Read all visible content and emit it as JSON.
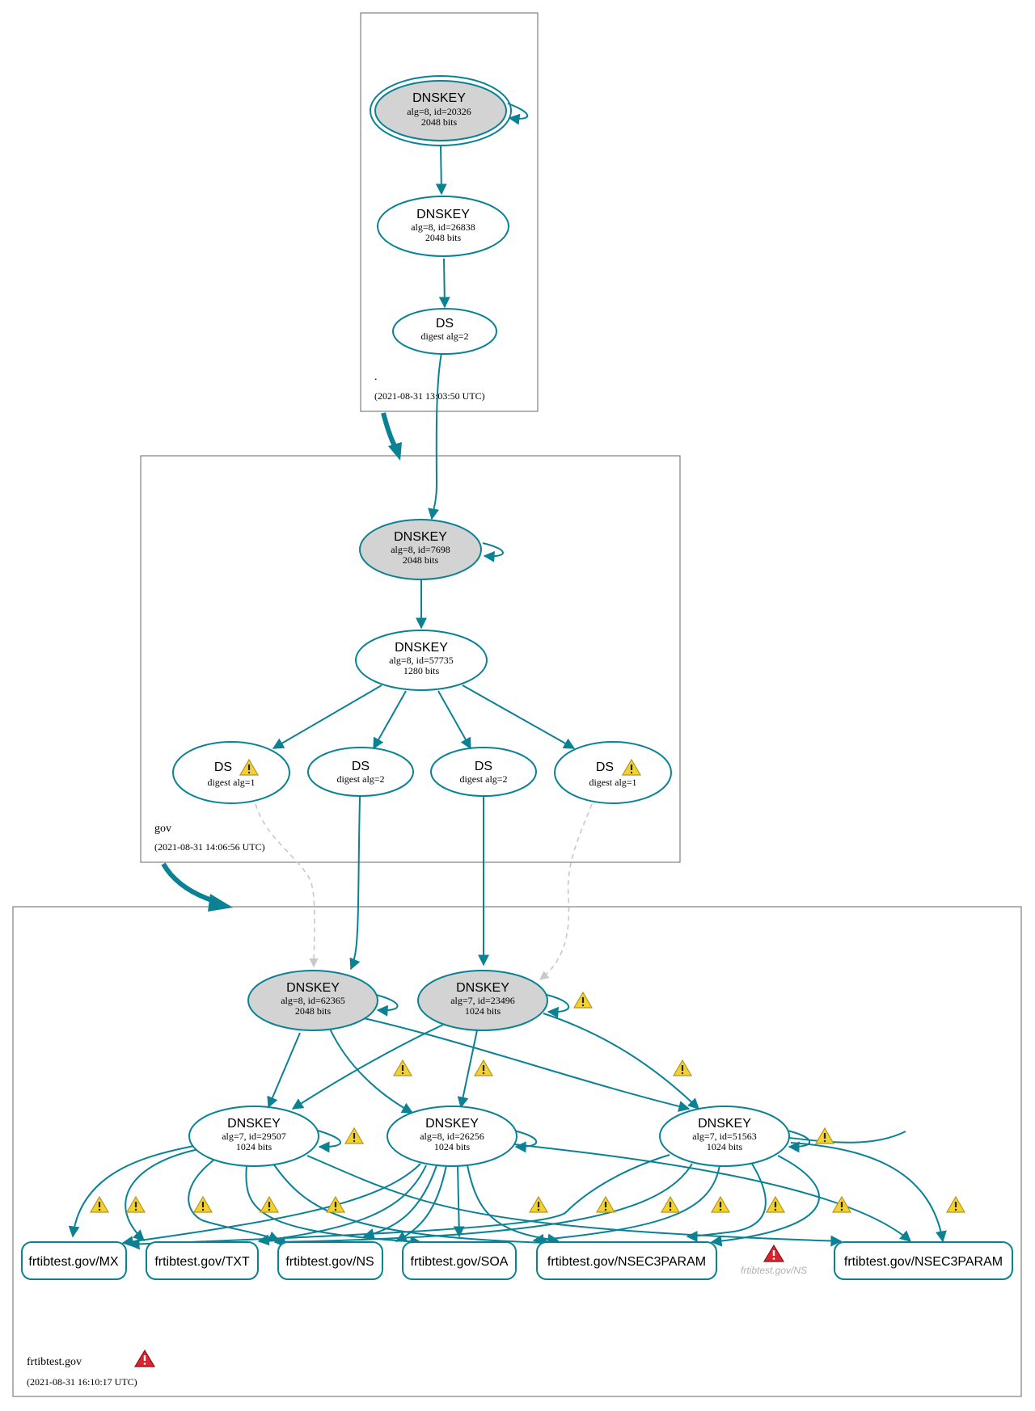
{
  "colors": {
    "edge": "#0a8294",
    "gray_fill": "#d3d3d3",
    "dashed": "#c8c8c8",
    "zone_border": "#666666",
    "warn": "#e8c21c",
    "error": "#c8202a"
  },
  "zones": {
    "root": {
      "name": ".",
      "timestamp": "(2021-08-31 13:03:50 UTC)"
    },
    "gov": {
      "name": "gov",
      "timestamp": "(2021-08-31 14:06:56 UTC)"
    },
    "frtibtest": {
      "name": "frtibtest.gov",
      "timestamp": "(2021-08-31 16:10:17 UTC)"
    }
  },
  "nodes": {
    "root_ksk": {
      "title": "DNSKEY",
      "line1": "alg=8, id=20326",
      "line2": "2048 bits"
    },
    "root_zsk": {
      "title": "DNSKEY",
      "line1": "alg=8, id=26838",
      "line2": "2048 bits"
    },
    "root_ds": {
      "title": "DS",
      "line1": "digest alg=2"
    },
    "gov_ksk": {
      "title": "DNSKEY",
      "line1": "alg=8, id=7698",
      "line2": "2048 bits"
    },
    "gov_zsk": {
      "title": "DNSKEY",
      "line1": "alg=8, id=57735",
      "line2": "1280 bits"
    },
    "gov_ds1": {
      "title": "DS",
      "line1": "digest alg=1"
    },
    "gov_ds2": {
      "title": "DS",
      "line1": "digest alg=2"
    },
    "gov_ds3": {
      "title": "DS",
      "line1": "digest alg=2"
    },
    "gov_ds4": {
      "title": "DS",
      "line1": "digest alg=1"
    },
    "ft_ksk1": {
      "title": "DNSKEY",
      "line1": "alg=8, id=62365",
      "line2": "2048 bits"
    },
    "ft_ksk2": {
      "title": "DNSKEY",
      "line1": "alg=7, id=23496",
      "line2": "1024 bits"
    },
    "ft_zsk1": {
      "title": "DNSKEY",
      "line1": "alg=7, id=29507",
      "line2": "1024 bits"
    },
    "ft_zsk2": {
      "title": "DNSKEY",
      "line1": "alg=8, id=26256",
      "line2": "1024 bits"
    },
    "ft_zsk3": {
      "title": "DNSKEY",
      "line1": "alg=7, id=51563",
      "line2": "1024 bits"
    }
  },
  "records": {
    "mx": "frtibtest.gov/MX",
    "txt": "frtibtest.gov/TXT",
    "ns": "frtibtest.gov/NS",
    "soa": "frtibtest.gov/SOA",
    "nsec3param1": "frtibtest.gov/NSEC3PARAM",
    "ns_ghost": "frtibtest.gov/NS",
    "nsec3param2": "frtibtest.gov/NSEC3PARAM"
  }
}
